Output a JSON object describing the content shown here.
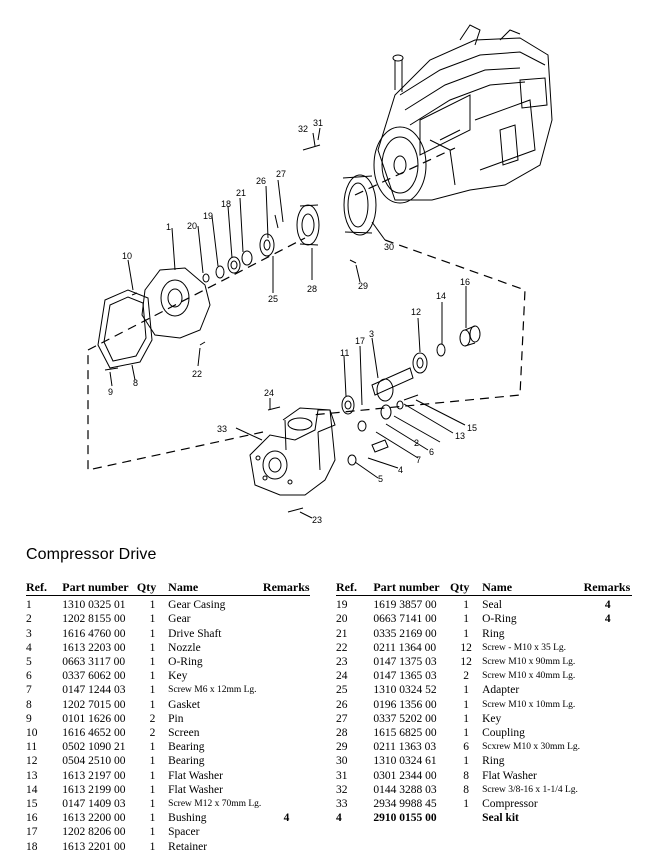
{
  "title": "Compressor Drive",
  "columns": {
    "ref": "Ref.",
    "part_number": "Part number",
    "qty": "Qty",
    "name": "Name",
    "remarks": "Remarks"
  },
  "left_rows": [
    {
      "ref": "1",
      "pn": "1310 0325 01",
      "qty": "1",
      "name": "Gear Casing",
      "rem": ""
    },
    {
      "ref": "2",
      "pn": "1202 8155 00",
      "qty": "1",
      "name": "Gear",
      "rem": ""
    },
    {
      "ref": "3",
      "pn": "1616 4760 00",
      "qty": "1",
      "name": "Drive Shaft",
      "rem": ""
    },
    {
      "ref": "4",
      "pn": "1613 2203 00",
      "qty": "1",
      "name": "Nozzle",
      "rem": ""
    },
    {
      "ref": "5",
      "pn": "0663 3117 00",
      "qty": "1",
      "name": "O-Ring",
      "rem": ""
    },
    {
      "ref": "6",
      "pn": "0337 6062 00",
      "qty": "1",
      "name": "Key",
      "rem": ""
    },
    {
      "ref": "7",
      "pn": "0147 1244 03",
      "qty": "1",
      "name": "Screw M6 x 12mm Lg.",
      "rem": ""
    },
    {
      "ref": "8",
      "pn": "1202 7015 00",
      "qty": "1",
      "name": "Gasket",
      "rem": ""
    },
    {
      "ref": "9",
      "pn": "0101 1626 00",
      "qty": "2",
      "name": "Pin",
      "rem": ""
    },
    {
      "ref": "10",
      "pn": "1616 4652 00",
      "qty": "2",
      "name": "Screen",
      "rem": ""
    },
    {
      "ref": "11",
      "pn": "0502 1090 21",
      "qty": "1",
      "name": "Bearing",
      "rem": ""
    },
    {
      "ref": "12",
      "pn": "0504 2510 00",
      "qty": "1",
      "name": "Bearing",
      "rem": ""
    },
    {
      "ref": "13",
      "pn": "1613 2197 00",
      "qty": "1",
      "name": "Flat  Washer",
      "rem": ""
    },
    {
      "ref": "14",
      "pn": "1613 2199 00",
      "qty": "1",
      "name": "Flat Washer",
      "rem": ""
    },
    {
      "ref": "15",
      "pn": "0147 1409 03",
      "qty": "1",
      "name": "Screw M12 x 70mm Lg.",
      "rem": ""
    },
    {
      "ref": "16",
      "pn": "1613 2200 00",
      "qty": "1",
      "name": "Bushing",
      "rem": "4"
    },
    {
      "ref": "17",
      "pn": "1202 8206 00",
      "qty": "1",
      "name": "Spacer",
      "rem": ""
    },
    {
      "ref": "18",
      "pn": "1613 2201 00",
      "qty": "1",
      "name": "Retainer",
      "rem": ""
    }
  ],
  "right_rows": [
    {
      "ref": "19",
      "pn": "1619 3857 00",
      "qty": "1",
      "name": "Seal",
      "rem": "4"
    },
    {
      "ref": "20",
      "pn": "0663 7141 00",
      "qty": "1",
      "name": "O-Ring",
      "rem": "4"
    },
    {
      "ref": "21",
      "pn": "0335 2169 00",
      "qty": "1",
      "name": "Ring",
      "rem": ""
    },
    {
      "ref": "22",
      "pn": "0211 1364 00",
      "qty": "12",
      "name": "Screw - M10 x 35 Lg.",
      "rem": ""
    },
    {
      "ref": "23",
      "pn": "0147 1375 03",
      "qty": "12",
      "name": "Screw M10 x 90mm Lg.",
      "rem": ""
    },
    {
      "ref": "24",
      "pn": "0147 1365 03",
      "qty": "2",
      "name": "Screw M10 x 40mm Lg.",
      "rem": ""
    },
    {
      "ref": "25",
      "pn": "1310 0324 52",
      "qty": "1",
      "name": "Adapter",
      "rem": ""
    },
    {
      "ref": "26",
      "pn": "0196 1356 00",
      "qty": "1",
      "name": "Screw M10 x 10mm Lg.",
      "rem": ""
    },
    {
      "ref": "27",
      "pn": "0337 5202 00",
      "qty": "1",
      "name": "Key",
      "rem": ""
    },
    {
      "ref": "28",
      "pn": "1615 6825 00",
      "qty": "1",
      "name": "Coupling",
      "rem": ""
    },
    {
      "ref": "29",
      "pn": "0211 1363 03",
      "qty": "6",
      "name": "Scxrew M10 x 30mm Lg.",
      "rem": ""
    },
    {
      "ref": "30",
      "pn": "1310 0324 61",
      "qty": "1",
      "name": "Ring",
      "rem": ""
    },
    {
      "ref": "31",
      "pn": "0301 2344 00",
      "qty": "8",
      "name": "Flat Washer",
      "rem": ""
    },
    {
      "ref": "32",
      "pn": "0144 3288 03",
      "qty": "8",
      "name": "Screw 3/8-16 x 1-1/4 Lg.",
      "rem": ""
    },
    {
      "ref": "33",
      "pn": "2934 9988 45",
      "qty": "1",
      "name": "Compressor",
      "rem": ""
    }
  ],
  "kit_row": {
    "ref": "4",
    "pn": "2910 0155 00",
    "qty": "",
    "name": "Seal kit",
    "rem": ""
  },
  "diagram_labels": [
    "1",
    "2",
    "3",
    "4",
    "5",
    "6",
    "7",
    "8",
    "9",
    "10",
    "11",
    "12",
    "13",
    "14",
    "15",
    "16",
    "17",
    "18",
    "19",
    "20",
    "21",
    "22",
    "23",
    "24",
    "25",
    "26",
    "27",
    "28",
    "29",
    "30",
    "31",
    "32",
    "33"
  ]
}
